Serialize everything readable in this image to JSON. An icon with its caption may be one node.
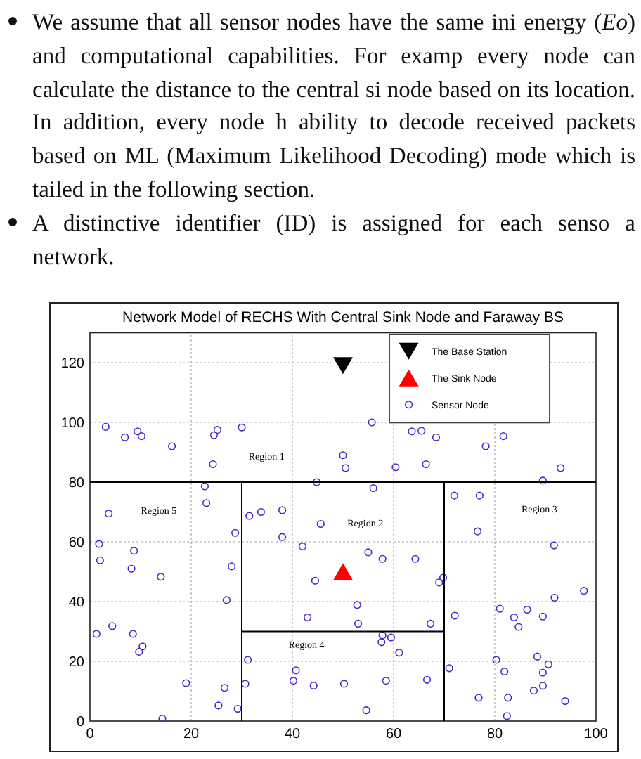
{
  "diagram": {
    "labels": [
      "We assume that all sensor nodes have the same ini energy (*Eo*) and computational capabilities. For examp every node can calculate the distance to the central si node based on its location. In addition, every node h ability to decode received packets based on ML (Maximum Likelihood Decoding) mode which is tailed in the following section.",
      "A distinctive identifier (ID) is assigned for each senso a network.",
      "Region 1",
      "Region 5",
      "Region 2",
      "Region 3",
      "Region 4"
    ],
    "legend": [
      {
        "text": "The Base Station"
      },
      {
        "text": "The Sink Node"
      },
      {
        "text": "Sensor Node"
      }
    ],
    "chart_data": {
      "type": "scatter",
      "title": "Network Model of RECHS With Central Sink Node and Faraway BS",
      "xlim": [
        0,
        100
      ],
      "ylim": [
        0,
        130
      ],
      "xticks": [
        0,
        20,
        40,
        60,
        80,
        100
      ],
      "yticks": [
        0,
        20,
        40,
        60,
        80,
        100,
        120
      ],
      "grid": true,
      "series": [
        {
          "color": "#000000",
          "x": [
            50
          ],
          "values": [
            119
          ]
        },
        {
          "color": "#ff0000",
          "x": [
            50
          ],
          "values": [
            50
          ]
        },
        {
          "color": "#3a2fc8",
          "x": [
            3.1,
            6.9,
            9.4,
            10.2,
            16.2,
            24.5,
            25.2,
            30,
            55.7,
            63.6,
            65.5,
            68.4,
            78.2,
            81.7,
            24.3,
            50,
            50.5,
            60.4,
            66.4,
            93,
            89.5,
            22.7,
            23,
            44.8,
            56,
            72,
            77,
            3.7,
            31.5,
            33.8,
            38,
            45.6,
            1.8,
            2,
            8.7,
            8.2,
            14,
            28.7,
            38,
            42,
            28,
            27,
            44.5,
            55,
            57.8,
            64.3,
            76.6,
            91.7,
            69.8,
            69,
            97.6,
            91.8,
            52.8,
            43,
            53,
            67.3,
            72.1,
            81,
            83.8,
            86.4,
            84.7,
            89.5,
            1.3,
            4.4,
            8.5,
            10.4,
            9.7,
            31.2,
            57.6,
            57.8,
            59.5,
            61.1,
            80.3,
            88.4,
            90.6,
            81.9,
            89.5,
            71,
            40.7,
            40.2,
            30.7,
            19,
            26.6,
            44.2,
            50.2,
            58.5,
            66.6,
            89.5,
            87.7,
            76.8,
            82.6,
            93.9,
            25.4,
            29.2,
            54.6,
            14.3,
            82.4
          ],
          "values": [
            98.5,
            95,
            97,
            95.4,
            92,
            95.7,
            97.5,
            98.3,
            100,
            97,
            97.2,
            95,
            92,
            95.4,
            86,
            89,
            84.7,
            85,
            86,
            84.7,
            80.5,
            78.6,
            73,
            80,
            78,
            75.5,
            75.5,
            69.5,
            68.7,
            70,
            70.6,
            66,
            59.3,
            53.8,
            57,
            51,
            48.3,
            63,
            61.6,
            58.5,
            51.8,
            40.5,
            47,
            56.5,
            54.3,
            54.3,
            63.5,
            58.8,
            48,
            46.4,
            43.6,
            41.3,
            38.9,
            34.7,
            32.6,
            32.6,
            35.3,
            37.6,
            34.7,
            37.3,
            31.5,
            35,
            29.2,
            31.8,
            29.2,
            25,
            23.2,
            20.5,
            26.4,
            28.7,
            28,
            22.9,
            20.5,
            21.6,
            19,
            16.6,
            16.2,
            17.7,
            17,
            13.5,
            12.5,
            12.7,
            11.1,
            11.9,
            12.5,
            13.5,
            13.8,
            11.8,
            10.2,
            7.8,
            7.8,
            6.7,
            5.2,
            4.1,
            3.6,
            0.8,
            1.7
          ]
        }
      ]
    }
  }
}
